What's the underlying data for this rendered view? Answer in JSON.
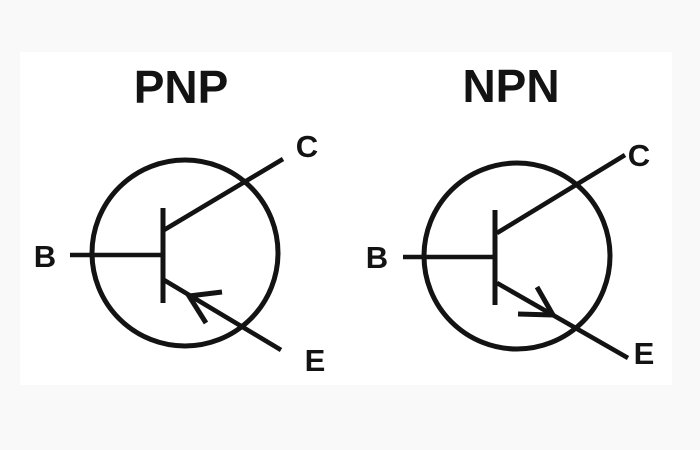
{
  "theme": {
    "page_bg": "#f9f9f9",
    "canvas_bg": "#ffffff",
    "ink": "#131313"
  },
  "diagram": {
    "description": "Bipolar junction transistor schematic symbols",
    "symbols": [
      {
        "title": "PNP",
        "terminals": {
          "base": "B",
          "collector": "C",
          "emitter": "E"
        },
        "emitter_arrow_direction": "inward-toward-base"
      },
      {
        "title": "NPN",
        "terminals": {
          "base": "B",
          "collector": "C",
          "emitter": "E"
        },
        "emitter_arrow_direction": "outward-from-base"
      }
    ]
  }
}
